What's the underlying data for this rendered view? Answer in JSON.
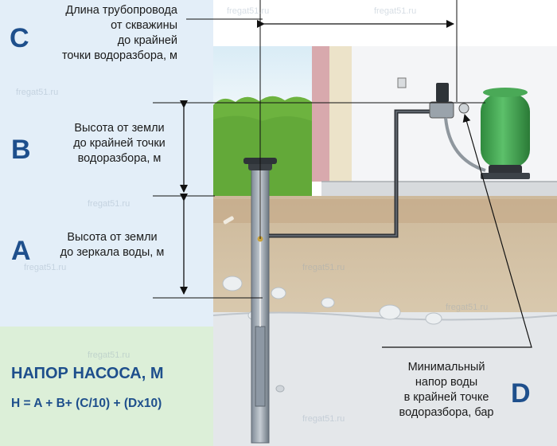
{
  "labels": {
    "c_letter": "C",
    "c_line1": "Длина трубопровода",
    "c_line2": "от скважины",
    "c_line3": "до крайней",
    "c_line4": "точки водоразбора, м",
    "b_letter": "B",
    "b_line1": "Высота от земли",
    "b_line2": "до крайней точки",
    "b_line3": "водоразбора, м",
    "a_letter": "A",
    "a_line1": "Высота от земли",
    "a_line2": "до зеркала воды, м",
    "d_letter": "D",
    "d_line1": "Минимальный",
    "d_line2": "напор воды",
    "d_line3": "в крайней точке",
    "d_line4": "водоразбора, бар"
  },
  "formula": {
    "title": "НАПОР НАСОСА, М",
    "expression": "H = A + B+ (C/10) + (Dx10)"
  },
  "watermark": "fregat51.ru",
  "colors": {
    "accent": "#1e4f8c",
    "tank": "#3fa34d",
    "grass": "#6db33f"
  }
}
